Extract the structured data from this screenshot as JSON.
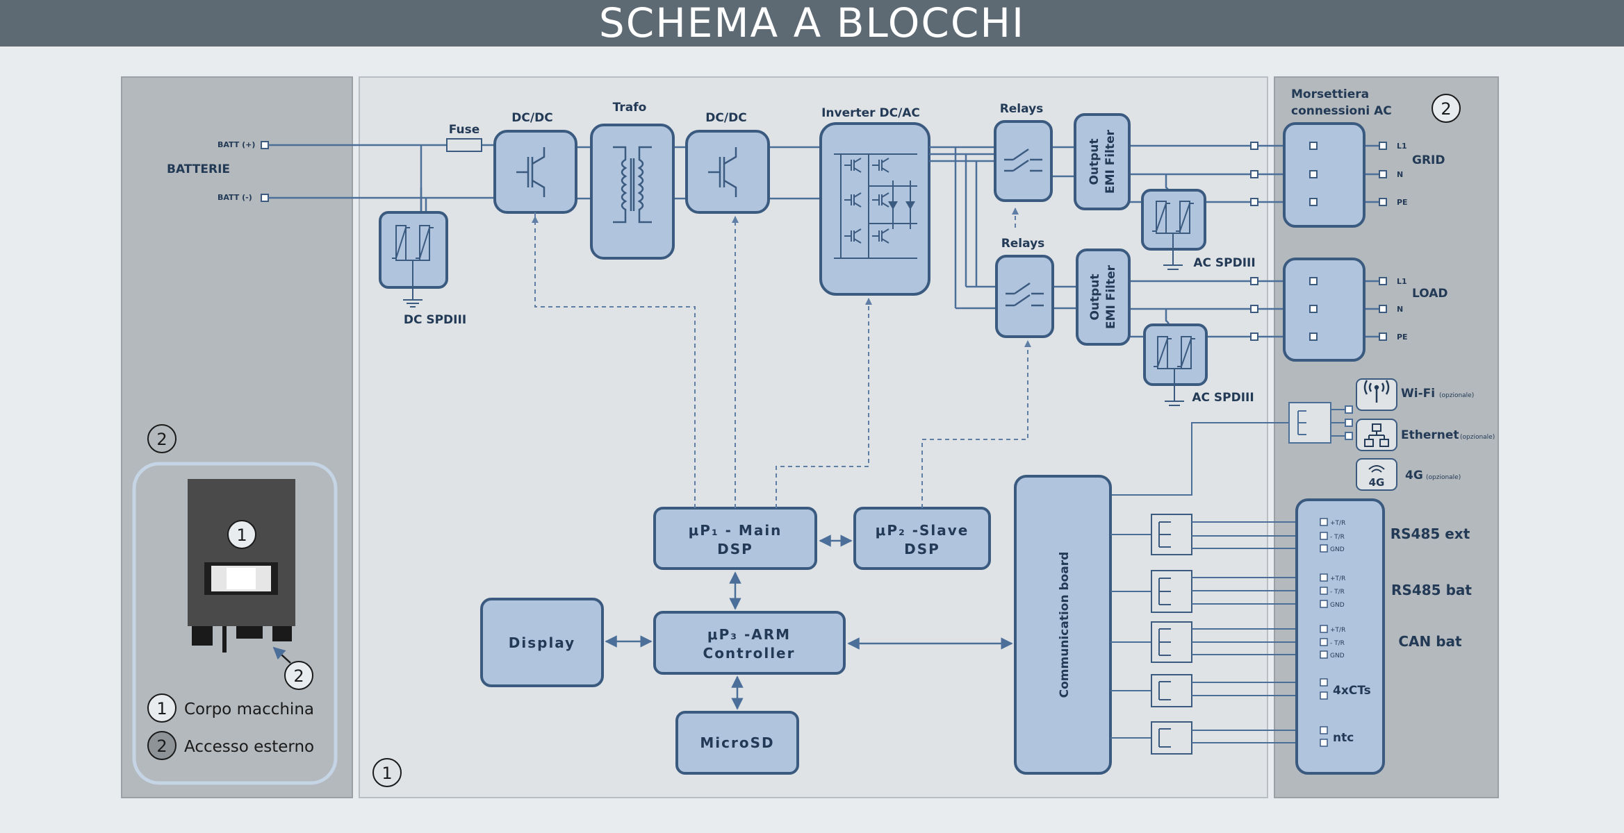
{
  "header": {
    "title": "SCHEMA A BLOCCHI"
  },
  "battery": {
    "label": "BATTERIE",
    "batt_pos": "BATT (+)",
    "batt_neg": "BATT (-)"
  },
  "dc_side": {
    "fuse": "Fuse",
    "dcdc1": "DC/DC",
    "trafo": "Trafo",
    "dcdc2": "DC/DC",
    "inverter": "Inverter DC/AC",
    "dc_spd": "DC SPDIII"
  },
  "ac_side": {
    "relays1": "Relays",
    "relays2": "Relays",
    "emi_line1": "Output",
    "emi_line2": "EMI Filter",
    "ac_spd1": "AC SPDIII",
    "ac_spd2": "AC SPDIII"
  },
  "controllers": {
    "main_line1": "μP₁ - Main",
    "main_line2": "DSP",
    "slave_line1": "μP₂ -Slave",
    "slave_line2": "DSP",
    "arm_line1": "μP₃ -ARM",
    "arm_line2": "Controller",
    "display": "Display",
    "microsd": "MicroSD",
    "comm_board": "Communication board"
  },
  "terminal": {
    "title_line1": "Morsettiera",
    "title_line2": "connessioni AC",
    "grid": "GRID",
    "load": "LOAD",
    "l1": "L1",
    "n": "N",
    "pe": "PE"
  },
  "options": [
    {
      "name": "Wi-Fi",
      "note": "(opzionale)",
      "icon": "wifi-icon"
    },
    {
      "name": "Ethernet",
      "note": "(opzionale)",
      "icon": "ethernet-icon"
    },
    {
      "name": "4G",
      "note": "(opzionale)",
      "icon": "4g-icon"
    }
  ],
  "comm_ports": [
    {
      "name": "RS485 ext",
      "pins": [
        "+T/R",
        "- T/R",
        "GND"
      ]
    },
    {
      "name": "RS485 bat",
      "pins": [
        "+T/R",
        "- T/R",
        "GND"
      ]
    },
    {
      "name": "CAN bat",
      "pins": [
        "+T/R",
        "- T/R",
        "GND"
      ]
    },
    {
      "name": "4xCTs",
      "pins": []
    },
    {
      "name": "ntc",
      "pins": []
    }
  ],
  "legend": {
    "item1": "Corpo macchina",
    "item2": "Accesso esterno",
    "n1": "1",
    "n2": "2"
  },
  "colors": {
    "header": "#5d6973",
    "box_fill": "#b0c4de",
    "stroke": "#3b5a80",
    "side_panel": "#b4b9bd",
    "center_panel": "#dfe3e6"
  }
}
